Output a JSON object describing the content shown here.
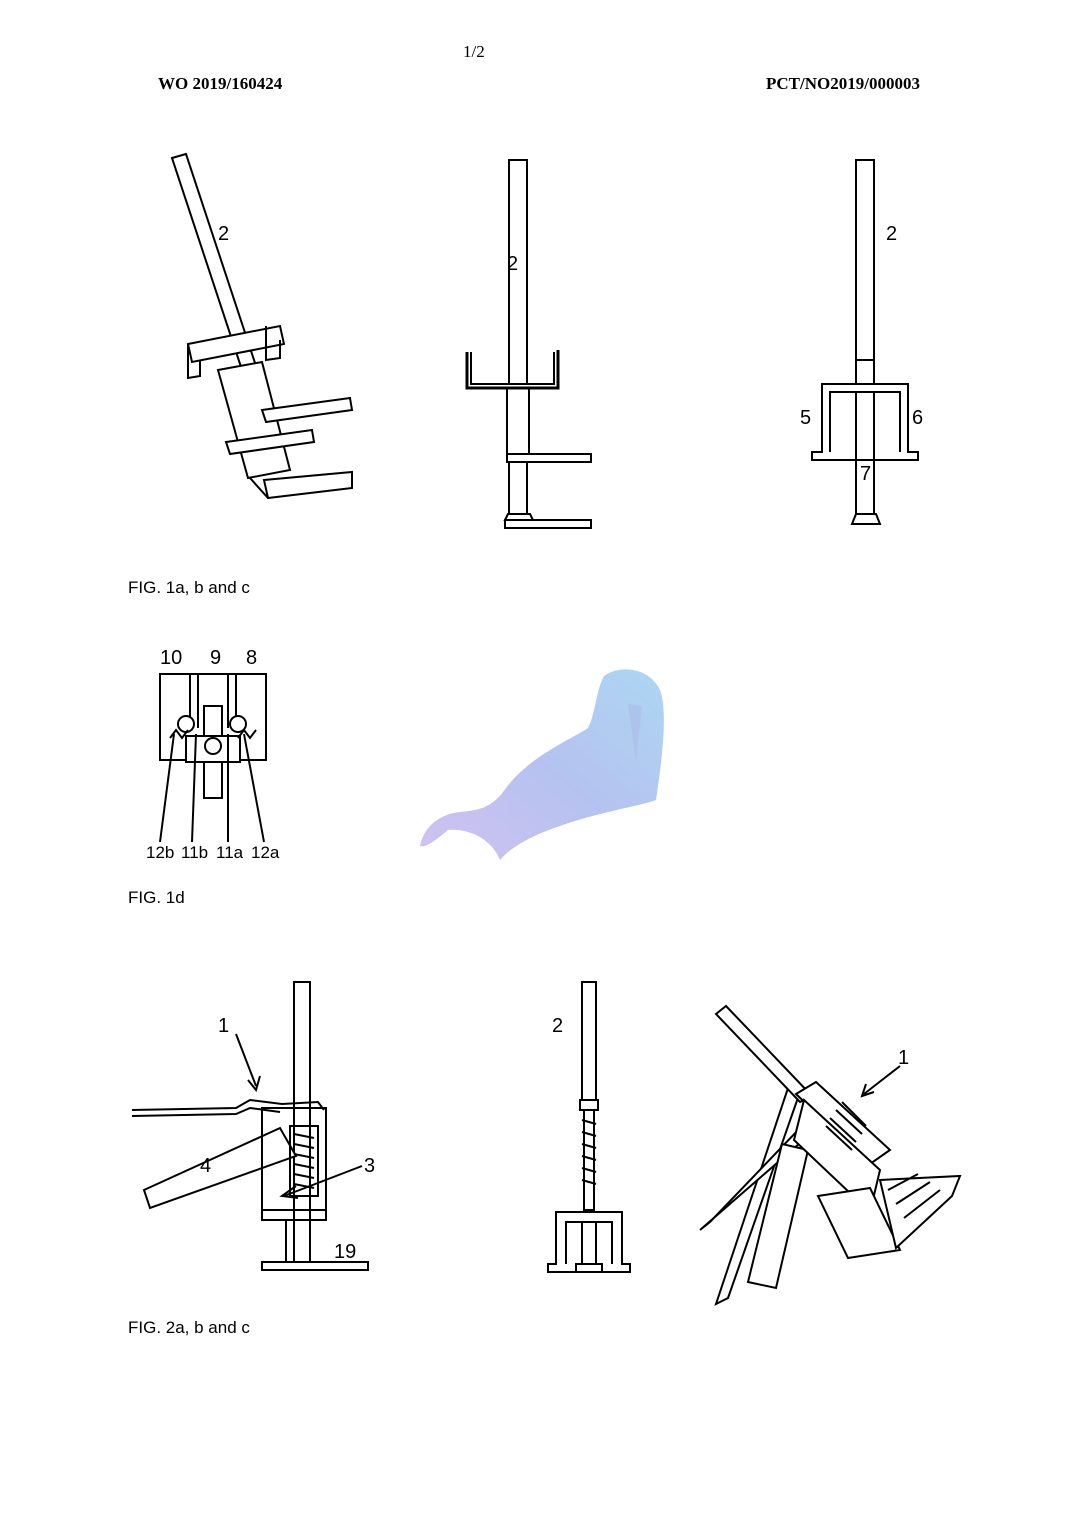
{
  "header": {
    "page_number": "1/2",
    "publication_number": "WO 2019/160424",
    "application_number": "PCT/NO2019/000003"
  },
  "figures": {
    "fig1_caption": "FIG. 1a, b and c",
    "fig1d_caption": "FIG. 1d",
    "fig2_caption": "FIG. 2a, b and c",
    "fig1a_labels": {
      "l2": "2"
    },
    "fig1b_labels": {
      "l2": "2"
    },
    "fig1c_labels": {
      "l2": "2",
      "l5": "5",
      "l6": "6",
      "l7": "7"
    },
    "fig1d_labels": {
      "l10": "10",
      "l9": "9",
      "l8": "8",
      "l12b": "12b",
      "l11b": "11b",
      "l11a": "11a",
      "l12a": "12a"
    },
    "fig2a_labels": {
      "l1": "1",
      "l4": "4",
      "l3": "3",
      "l19": "19"
    },
    "fig2b_labels": {
      "l2": "2"
    },
    "fig2c_labels": {
      "l1": "1"
    }
  },
  "watermark": {
    "icon": "walrus-logo",
    "colors": [
      "#8fa6e6",
      "#b7c8f2",
      "#c9b7ee"
    ]
  }
}
